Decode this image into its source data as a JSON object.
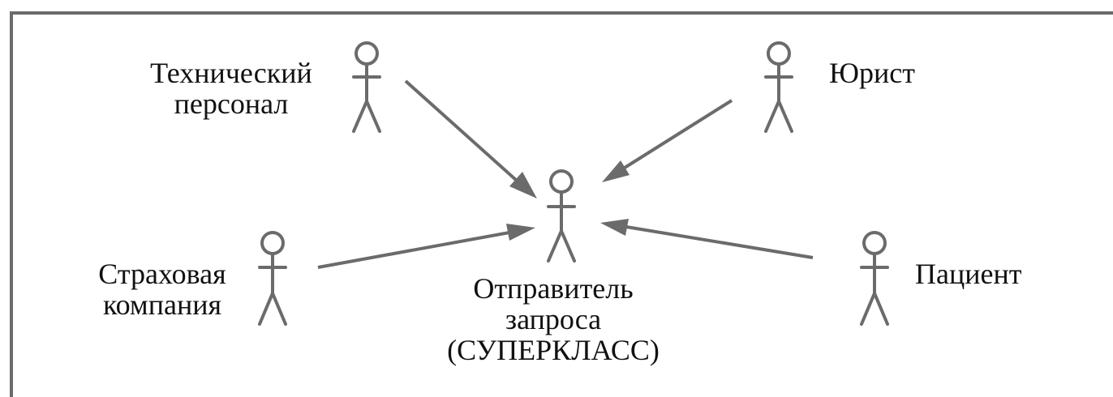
{
  "diagram": {
    "type": "use-case-actor-generalization",
    "colors": {
      "stroke": "#6b6b6b",
      "text": "#111111",
      "background": "#ffffff"
    },
    "superclass": {
      "id": "sender",
      "label_lines": [
        "Отправитель",
        "запроса",
        "(СУПЕРКЛАСС)"
      ]
    },
    "actors": [
      {
        "id": "tech",
        "label_lines": [
          "Технический",
          "персонал"
        ]
      },
      {
        "id": "lawyer",
        "label_lines": [
          "Юрист"
        ]
      },
      {
        "id": "insurer",
        "label_lines": [
          "Страховая",
          "компания"
        ]
      },
      {
        "id": "patient",
        "label_lines": [
          "Пациент"
        ]
      }
    ],
    "generalizations": [
      {
        "from": "tech",
        "to": "sender"
      },
      {
        "from": "lawyer",
        "to": "sender"
      },
      {
        "from": "insurer",
        "to": "sender"
      },
      {
        "from": "patient",
        "to": "sender"
      }
    ]
  }
}
